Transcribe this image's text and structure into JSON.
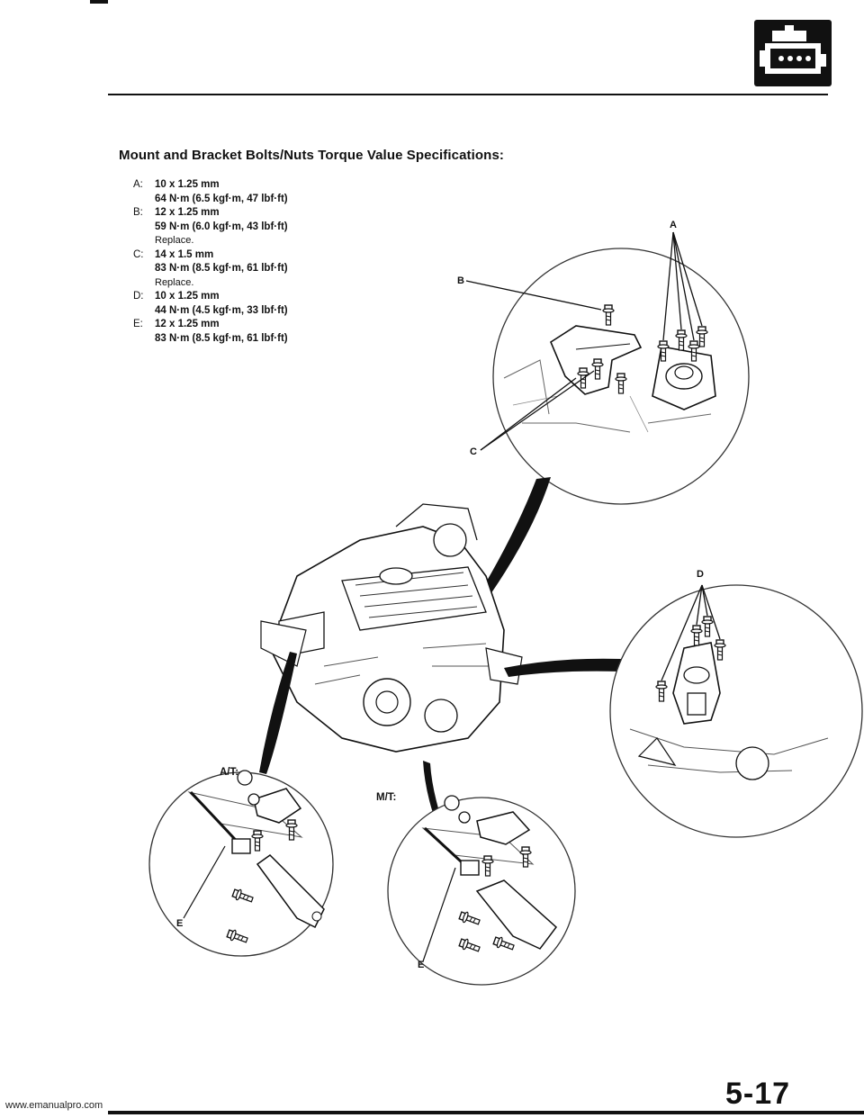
{
  "page": {
    "title": "Mount and Bracket Bolts/Nuts Torque Value Specifications:",
    "page_number": "5-17",
    "footer_url": "www.emanualpro.com"
  },
  "specs": [
    {
      "key": "A:",
      "size": "10 x 1.25 mm",
      "torque": "64 N·m (6.5 kgf·m, 47 lbf·ft)",
      "note": ""
    },
    {
      "key": "B:",
      "size": "12 x 1.25 mm",
      "torque": "59 N·m (6.0 kgf·m, 43 lbf·ft)",
      "note": "Replace."
    },
    {
      "key": "C:",
      "size": "14 x 1.5 mm",
      "torque": "83 N·m (8.5 kgf·m, 61 lbf·ft)",
      "note": "Replace."
    },
    {
      "key": "D:",
      "size": "10 x 1.25 mm",
      "torque": "44 N·m (4.5 kgf·m, 33 lbf·ft)",
      "note": ""
    },
    {
      "key": "E:",
      "size": "12 x 1.25 mm",
      "torque": "83 N·m (8.5 kgf·m, 61 lbf·ft)",
      "note": ""
    }
  ],
  "callouts": {
    "a": "A",
    "b": "B",
    "c": "C",
    "d": "D",
    "e_at": "E",
    "e_mt": "E"
  },
  "variants": {
    "at": "A/T:",
    "mt": "M/T:"
  },
  "icons": {
    "section": "engine-section-icon"
  }
}
